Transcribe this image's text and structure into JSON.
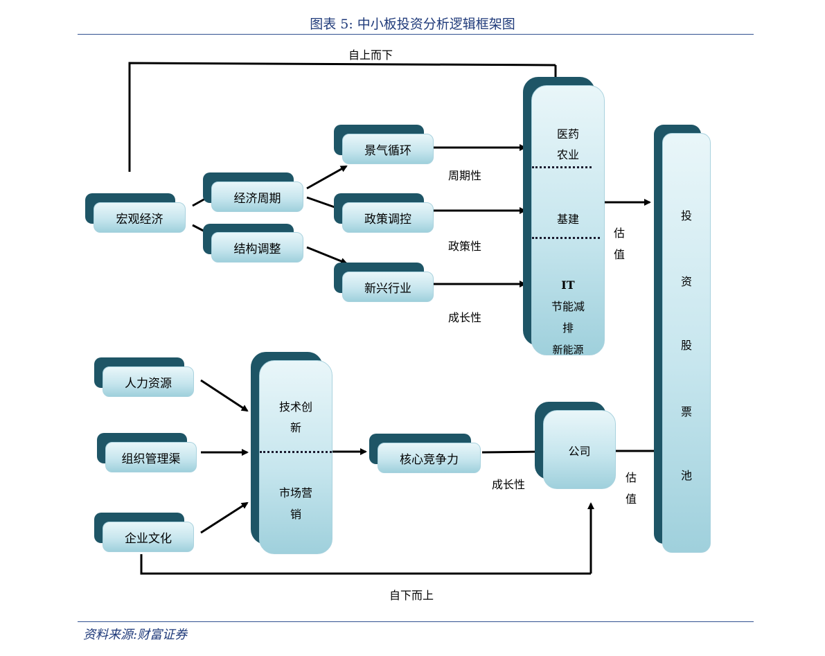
{
  "title": "图表 5:  中小板投资分析逻辑框架图",
  "source": "资料来源:财富证券",
  "nodes": {
    "macro": "宏观经济",
    "cycle": "经济周期",
    "structure": "结构调整",
    "boom": "景气循环",
    "policy": "政策调控",
    "emerging": "新兴行业",
    "hr": "人力资源",
    "org": "组织管理渠",
    "culture": "企业文化",
    "core": "核心竞争力",
    "company": "公司"
  },
  "sector_column": {
    "group1": [
      "医药",
      "农业"
    ],
    "group2": [
      "基建"
    ],
    "group3": [
      "IT",
      "节能减",
      "排",
      "新能源"
    ]
  },
  "tech_column": {
    "top": [
      "技术创",
      "新"
    ],
    "bottom": [
      "市场营",
      "销"
    ]
  },
  "pool_chars": [
    "投",
    "资",
    "股",
    "票",
    "池"
  ],
  "labels": {
    "top_down": "自上而下",
    "bottom_up": "自下而上",
    "cyclical": "周期性",
    "policy_nature": "政策性",
    "growth_top": "成长性",
    "growth_bottom": "成长性",
    "valuation_top": [
      "估",
      "值"
    ],
    "valuation_bottom": [
      "估",
      "值"
    ]
  }
}
